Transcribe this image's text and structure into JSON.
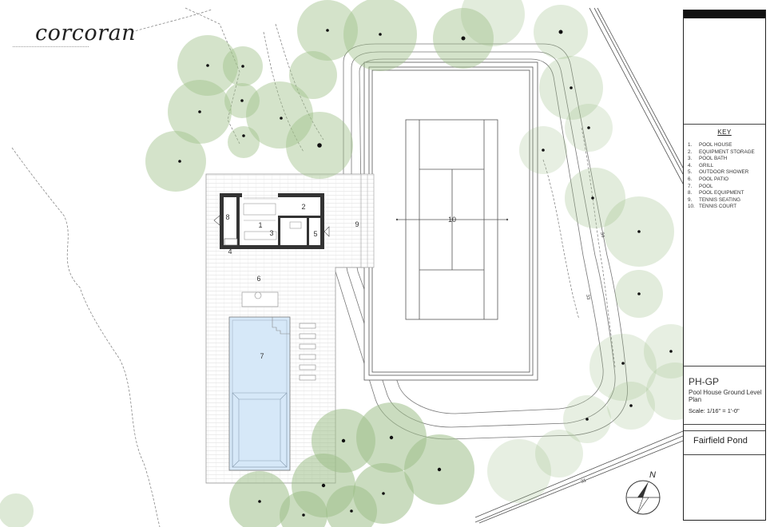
{
  "brand": {
    "name": "corcoran"
  },
  "plan_labels": {
    "pool_house": "1",
    "equipment_storage": "2",
    "pool_bath": "3",
    "grill": "4",
    "outdoor_shower": "5",
    "pool_patio": "6",
    "pool": "7",
    "pool_equipment": "8",
    "tennis_seating": "9",
    "tennis_court": "10"
  },
  "contours": [
    "34",
    "33",
    "31"
  ],
  "compass": {
    "north": "N"
  },
  "key": {
    "title": "KEY",
    "items": [
      {
        "num": "1.",
        "label": "POOL HOUSE"
      },
      {
        "num": "2.",
        "label": "EQUIPMENT STORAGE"
      },
      {
        "num": "3.",
        "label": "POOL BATH"
      },
      {
        "num": "4.",
        "label": "GRILL"
      },
      {
        "num": "5.",
        "label": "OUTDOOR SHOWER"
      },
      {
        "num": "6.",
        "label": "POOL PATIO"
      },
      {
        "num": "7.",
        "label": "POOL"
      },
      {
        "num": "8.",
        "label": "POOL EQUIPMENT"
      },
      {
        "num": "9.",
        "label": "TENNIS SEATING"
      },
      {
        "num": "10.",
        "label": "TENNIS COURT"
      }
    ]
  },
  "sheet": {
    "code": "PH-GP",
    "description": "Pool House Ground Level Plan",
    "scale": "Scale: 1/16\" = 1'-0\"",
    "project": "Fairfield Pond"
  },
  "colors": {
    "tree_canopy": "#9fc08a",
    "pool_water": "#d6e8f8",
    "court_line": "#555555"
  }
}
